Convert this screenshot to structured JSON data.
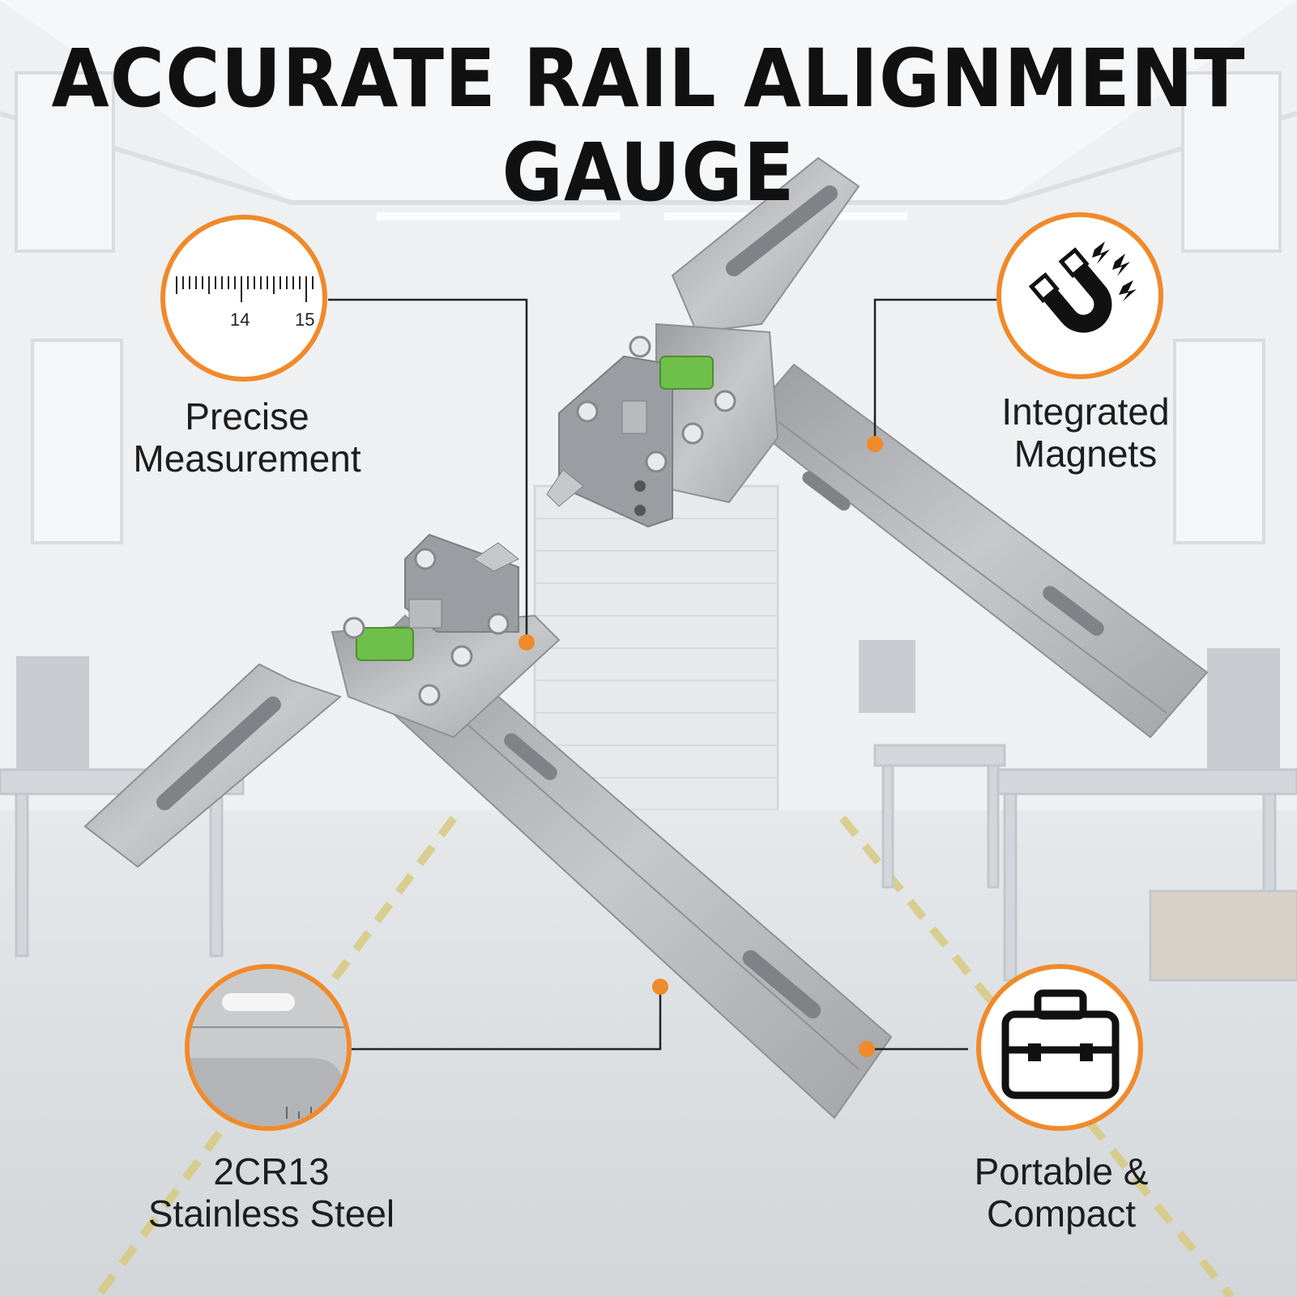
{
  "title": "ACCURATE RAIL ALIGNMENT GAUGE",
  "accent_color": "#f08a2b",
  "features": {
    "precise": {
      "line1": "Precise",
      "line2": "Measurement",
      "icon": "ruler-icon",
      "ruler_numbers": [
        "14",
        "15"
      ]
    },
    "magnets": {
      "line1": "Integrated",
      "line2": "Magnets",
      "icon": "magnet-icon"
    },
    "steel": {
      "line1": "2CR13",
      "line2": "Stainless Steel",
      "icon": "steel-plate-icon"
    },
    "portable": {
      "line1": "Portable &",
      "line2": "Compact",
      "icon": "toolbox-icon"
    }
  }
}
